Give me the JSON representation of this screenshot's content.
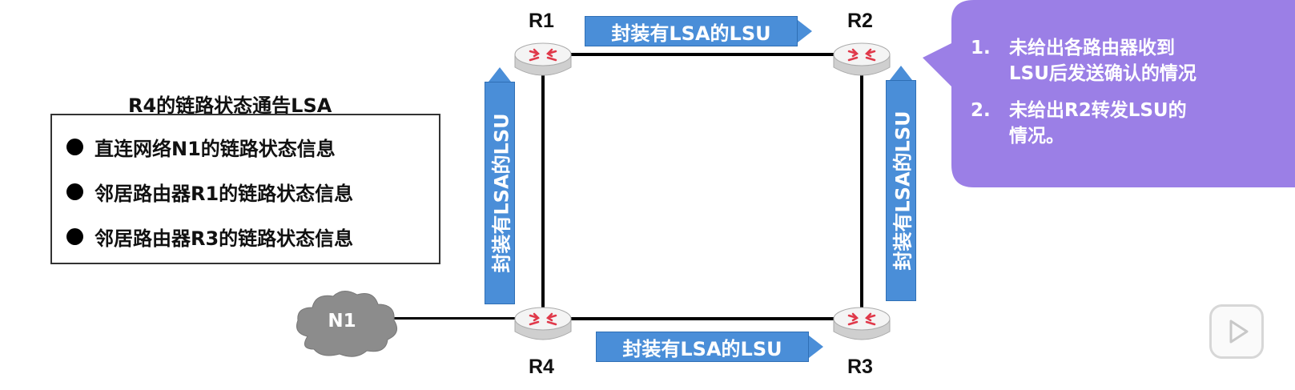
{
  "routers": {
    "r1": "R1",
    "r2": "R2",
    "r3": "R3",
    "r4": "R4"
  },
  "network": {
    "label": "N1"
  },
  "lsa": {
    "title": "R4的链路状态通告LSA",
    "items": [
      "直连网络N1的链路状态信息",
      "邻居路由器R1的链路状态信息",
      "邻居路由器R3的链路状态信息"
    ]
  },
  "arrows": {
    "top": "封装有LSA的LSU",
    "bottom": "封装有LSA的LSU",
    "left": "封装有LSA的LSU",
    "right": "封装有LSA的LSU"
  },
  "callout": {
    "items": [
      {
        "num": "1.",
        "lines": [
          "未给出各路由器收到",
          "LSU后发送确认的情况"
        ]
      },
      {
        "num": "2.",
        "lines": [
          "未给出R2转发LSU的",
          "情况。"
        ]
      }
    ]
  },
  "colors": {
    "arrow": "#4a8ed8",
    "callout": "#9b7fe6",
    "router_arrow": "#e0394a"
  },
  "icons": {
    "router": "router-icon",
    "cloud": "cloud-icon",
    "play": "play-icon"
  }
}
